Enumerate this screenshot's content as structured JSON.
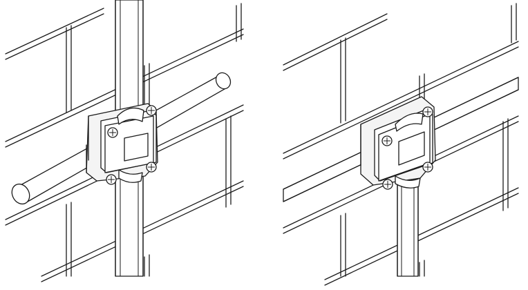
{
  "figure": {
    "panels": [
      {
        "id": "left",
        "pipes": [
          "vertical",
          "diagonal-rod"
        ],
        "fitting": "square-junction-clamp",
        "screws": 4
      },
      {
        "id": "right",
        "pipes": [
          "vertical",
          "diagonal-channel"
        ],
        "fitting": "square-junction-clamp",
        "screws": 4
      }
    ],
    "colors": {
      "line": "#1a1a1a",
      "background": "#ffffff",
      "face": "#f4f4f4"
    }
  }
}
